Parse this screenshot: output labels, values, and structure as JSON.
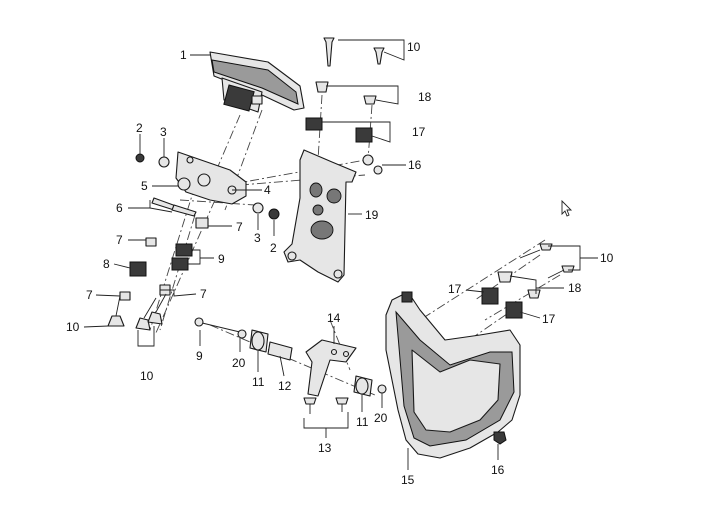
{
  "callouts": {
    "c1": "1",
    "c2a": "2",
    "c2b": "2",
    "c3a": "3",
    "c3b": "3",
    "c4": "4",
    "c5": "5",
    "c6": "6",
    "c7a": "7",
    "c7b": "7",
    "c7c": "7",
    "c7d": "7",
    "c8": "8",
    "c9a": "9",
    "c9b": "9",
    "c10a": "10",
    "c10b": "10",
    "c10c": "10",
    "c10d": "10",
    "c11a": "11",
    "c11b": "11",
    "c12": "12",
    "c13": "13",
    "c14": "14",
    "c15": "15",
    "c16a": "16",
    "c16b": "16",
    "c17a": "17",
    "c17b": "17",
    "c17c": "17",
    "c18a": "18",
    "c18b": "18",
    "c19": "19",
    "c20a": "20",
    "c20b": "20"
  },
  "icons": {
    "cursor": "mouse-pointer-icon"
  }
}
